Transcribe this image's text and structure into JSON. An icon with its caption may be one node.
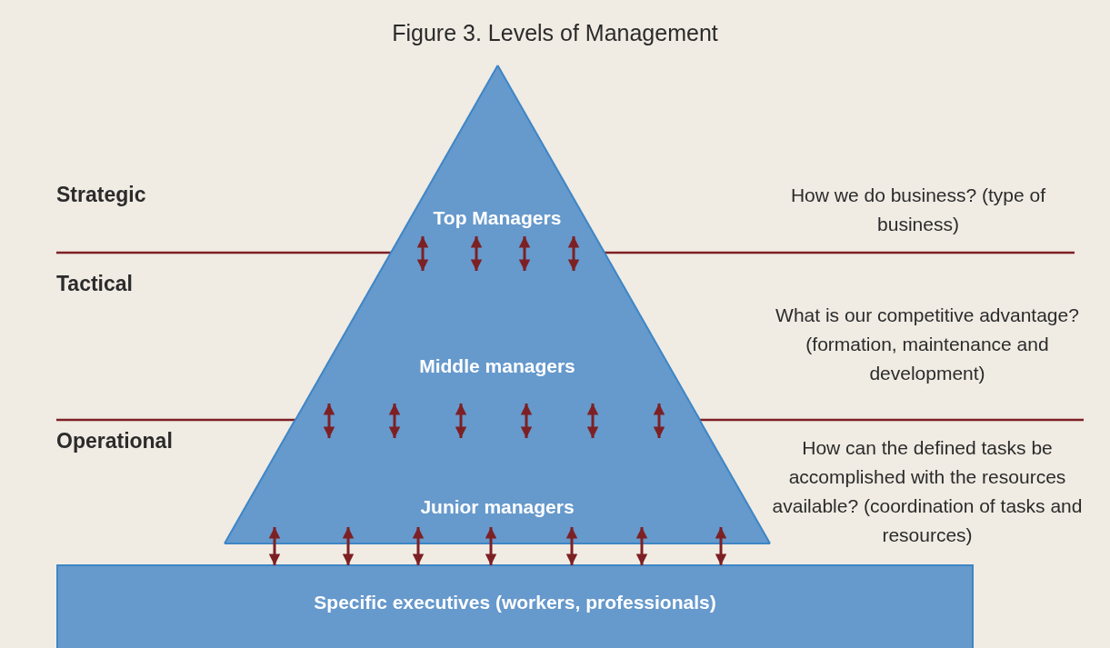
{
  "diagram": {
    "title": "Figure 3. Levels of Management",
    "nodes": [
      {
        "text": [
          "Top Managers"
        ]
      },
      {
        "text": [
          "Middle managers"
        ]
      },
      {
        "text": [
          "Junior managers"
        ]
      },
      {
        "text": [
          "Specific executives (workers, professionals)"
        ]
      }
    ],
    "edges": [
      {
        "from": 0,
        "to": 1,
        "arrow": "both"
      },
      {
        "from": 0,
        "to": 1,
        "arrow": "both"
      },
      {
        "from": 0,
        "to": 1,
        "arrow": "both"
      },
      {
        "from": 0,
        "to": 1,
        "arrow": "both"
      },
      {
        "from": 1,
        "to": 2,
        "arrow": "both"
      },
      {
        "from": 1,
        "to": 2,
        "arrow": "both"
      },
      {
        "from": 1,
        "to": 2,
        "arrow": "both"
      },
      {
        "from": 1,
        "to": 2,
        "arrow": "both"
      },
      {
        "from": 1,
        "to": 2,
        "arrow": "both"
      },
      {
        "from": 1,
        "to": 2,
        "arrow": "both"
      },
      {
        "from": 2,
        "to": 3,
        "arrow": "both"
      },
      {
        "from": 2,
        "to": 3,
        "arrow": "both"
      },
      {
        "from": 2,
        "to": 3,
        "arrow": "both"
      },
      {
        "from": 2,
        "to": 3,
        "arrow": "both"
      },
      {
        "from": 2,
        "to": 3,
        "arrow": "both"
      },
      {
        "from": 2,
        "to": 3,
        "arrow": "both"
      },
      {
        "from": 2,
        "to": 3,
        "arrow": "both"
      }
    ],
    "labels": [
      "Strategic",
      "How we do business? (type of business)",
      "Tactical",
      "What is our competitive advantage? (formation, maintenance and development)",
      "Operational",
      "How can the defined tasks be accomplished with the resources available? (coordination of tasks and resources)"
    ]
  }
}
